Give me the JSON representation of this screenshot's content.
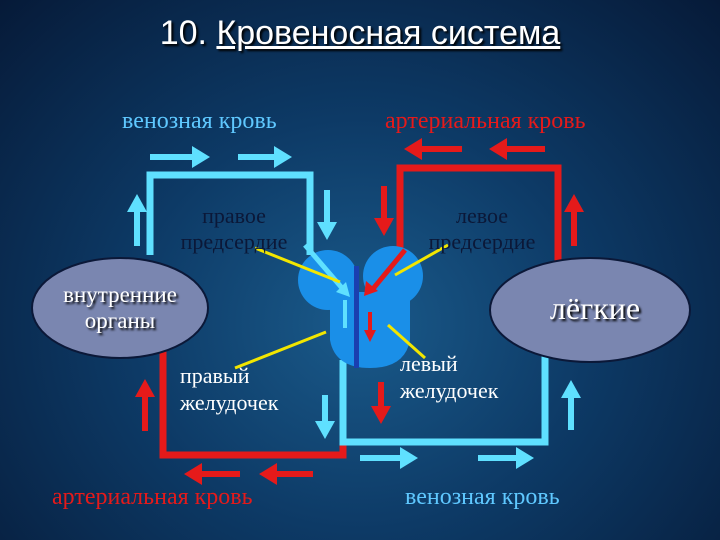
{
  "title": {
    "number": "10.",
    "text": "Кровеносная система"
  },
  "labels": {
    "top_left": "венозная кровь",
    "top_right": "артериальная кровь",
    "bottom_left": "артериальная кровь",
    "bottom_right": "венозная кровь"
  },
  "heart": {
    "right_atrium_line1": "правое",
    "right_atrium_line2": "предсердие",
    "left_atrium_line1": "левое",
    "left_atrium_line2": "предсердие",
    "right_ventricle_line1": "правый",
    "right_ventricle_line2": "желудочек",
    "left_ventricle_line1": "левый",
    "left_ventricle_line2": "желудочек"
  },
  "organs": {
    "internal_line1": "внутренние",
    "internal_line2": "органы",
    "lungs": "лёгкие"
  },
  "colors": {
    "venous": "#5fe0ff",
    "arterial": "#e51a1a",
    "heart_blue": "#1a8fe8",
    "ellipse": "#7a86b0"
  }
}
